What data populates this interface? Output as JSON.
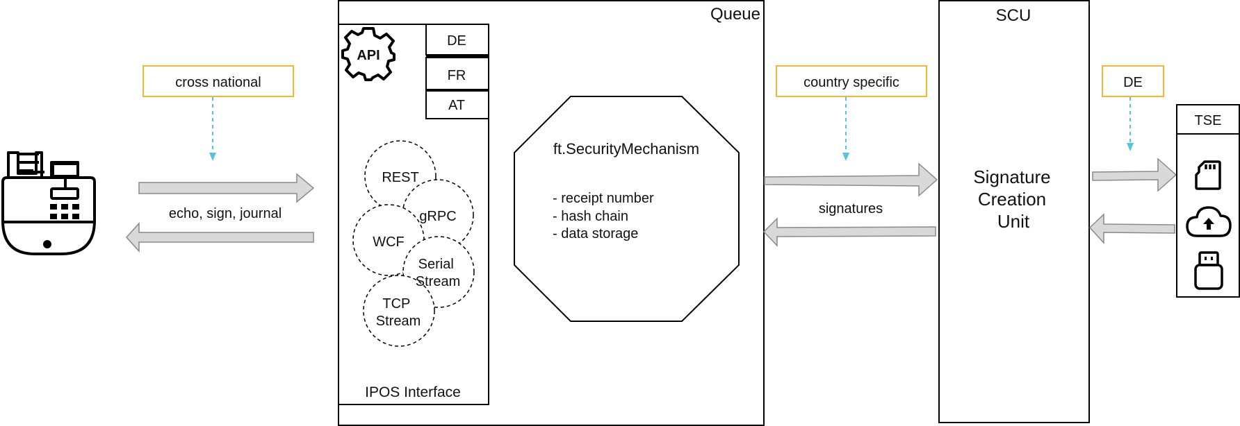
{
  "labels": {
    "queue": "Queue",
    "scu": "SCU",
    "tse": "TSE",
    "ipos_interface": "IPOS Interface",
    "api": "API"
  },
  "countries": [
    "DE",
    "FR",
    "AT"
  ],
  "protocols": [
    "REST",
    "gRPC",
    "WCF",
    "Serial Stream",
    "TCP Stream"
  ],
  "security": {
    "title": "ft.SecurityMechanism",
    "items": [
      "- receipt number",
      "- hash chain",
      "- data storage"
    ]
  },
  "scu_full_name": [
    "Signature",
    "Creation",
    "Unit"
  ],
  "notes": {
    "cross_national": "cross national",
    "country_specific": "country specific",
    "de": "DE"
  },
  "arrows": {
    "pos_queue": "echo, sign, journal",
    "queue_scu": "signatures"
  },
  "tse_devices": [
    "sd-card-icon",
    "cloud-upload-icon",
    "usb-stick-icon"
  ],
  "colors": {
    "note_border": "#f5b731",
    "dashed_arrow": "#5bc0de",
    "arrow_fill": "#d9d9d9",
    "arrow_stroke": "#8a8a8a",
    "line": "#000000"
  }
}
